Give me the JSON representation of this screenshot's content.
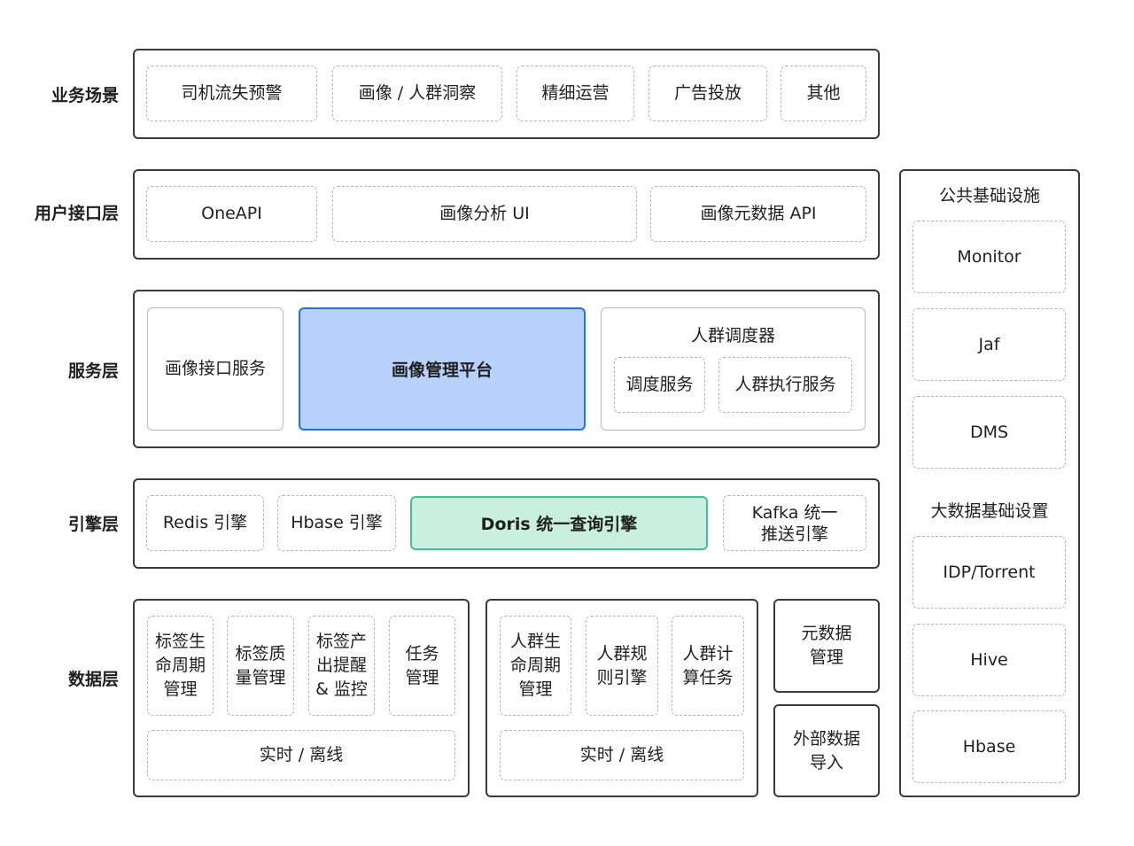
{
  "layers": {
    "business": "业务场景",
    "user_interface": "用户接口层",
    "service": "服务层",
    "engine": "引擎层",
    "data": "数据层"
  },
  "business": [
    "司机流失预警",
    "画像 / 人群洞察",
    "精细运营",
    "广告投放",
    "其他"
  ],
  "user_interface": [
    "OneAPI",
    "画像分析 UI",
    "画像元数据 API"
  ],
  "service": {
    "profile_api": "画像接口服务",
    "profile_platform": "画像管理平台",
    "scheduler_title": "人群调度器",
    "scheduler_items": [
      "调度服务",
      "人群执行服务"
    ]
  },
  "engine": [
    "Redis 引擎",
    "Hbase 引擎",
    "Doris 统一查询引擎",
    "Kafka 统一\n推送引擎"
  ],
  "data": {
    "tag_group": [
      "标签生\n命周期\n管理",
      "标签质\n量管理",
      "标签产\n出提醒\n& 监控",
      "任务\n管理"
    ],
    "tag_realtime": "实时 / 离线",
    "crowd_group": [
      "人群生\n命周期\n管理",
      "人群规\n则引擎",
      "人群计\n算任务"
    ],
    "crowd_realtime": "实时 / 离线",
    "metadata": "元数据\n管理",
    "external_import": "外部数据\n导入"
  },
  "infra": {
    "public_title": "公共基础设施",
    "public_items": [
      "Monitor",
      "Jaf",
      "DMS"
    ],
    "bigdata_title": "大数据基础设置",
    "bigdata_items": [
      "IDP/Torrent",
      "Hive",
      "Hbase"
    ]
  },
  "colors": {
    "highlight_blue_fill": "#b8d2fb",
    "highlight_blue_border": "#1e6ff2",
    "highlight_green_fill": "#c9efe0",
    "highlight_green_border": "#43c194"
  }
}
